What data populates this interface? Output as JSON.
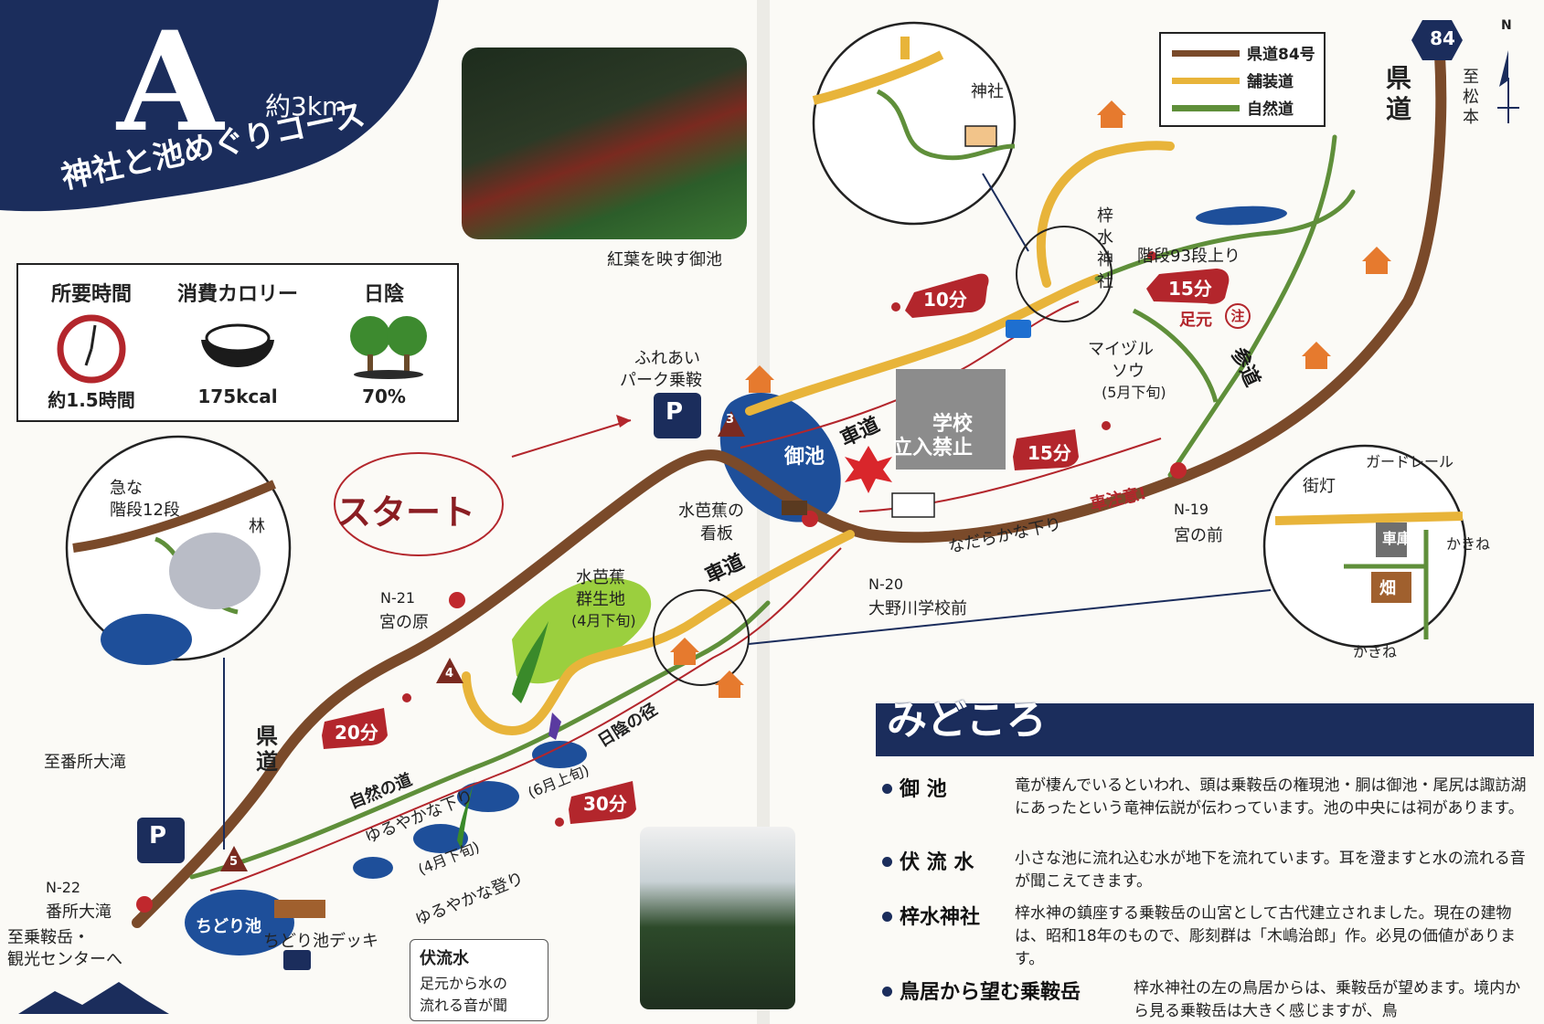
{
  "course": {
    "letter": "A",
    "distance": "約3km",
    "title": "神社と池めぐりコース"
  },
  "stats": [
    {
      "label": "所要時間",
      "value": "約1.5時間",
      "icon": "clock-icon"
    },
    {
      "label": "消費カロリー",
      "value": "175kcal",
      "icon": "rice-bowl-icon"
    },
    {
      "label": "日陰",
      "value": "70%",
      "icon": "tree-icon"
    }
  ],
  "legend": [
    {
      "label": "県道84号",
      "color": "#7a4a2a"
    },
    {
      "label": "舗装道",
      "color": "#e8b43a"
    },
    {
      "label": "自然道",
      "color": "#5f8f3a"
    }
  ],
  "route_number": "84",
  "north": "N",
  "photos": {
    "autumn_caption": "紅葉を映す御池"
  },
  "labels": {
    "start": "スタート",
    "fureai_park_1": "ふれあい",
    "fureai_park_2": "パーク乗鞍",
    "ike": "御池",
    "school_1": "学校",
    "school_2": "立入禁止",
    "kuruma_michi_1": "車道",
    "kuruma_michi_2": "車道",
    "mizubasho_board_1": "水芭蕉の",
    "mizubasho_board_2": "看板",
    "mizubasho_colony_1": "水芭蕉",
    "mizubasho_colony_2": "群生地",
    "mizubasho_colony_3": "(4月下旬)",
    "n21": "N-21",
    "miyanohara": "宮の原",
    "n20": "N-20",
    "onogawa": "大野川学校前",
    "n19": "N-19",
    "miyanomae": "宮の前",
    "nadaraka_kudari": "なだらかな下り",
    "car_caution": "車注意!",
    "time_15_lower": "15分",
    "time_10": "10分",
    "time_15_upper": "15分",
    "time_20": "20分",
    "time_30": "30分",
    "shrine_1": "梓",
    "shrine_2": "水",
    "shrine_3": "神",
    "shrine_4": "社",
    "stairs_93": "階段93段上り",
    "ashimoto": "足元",
    "chu": "注",
    "maizuru_1": "マイヅル",
    "maizuru_2": "ソウ",
    "maizuru_3": "(5月下旬)",
    "sando": "参道",
    "kendo_right_1": "県",
    "kendo_right_2": "道",
    "to_matsumoto_1": "至",
    "to_matsumoto_2": "松",
    "to_matsumoto_3": "本",
    "kendo_left_1": "県",
    "kendo_left_2": "道",
    "shizen_no_michi": "自然の道",
    "yuruyaka_kudari": "ゆるやかな下り",
    "yuruyaka_nobori": "ゆるやかな登り",
    "hikage_no_komichi": "日陰の径",
    "april_late": "(4月下旬)",
    "june_early": "(6月上旬)",
    "to_bandokoro": "至番所大滝",
    "n22": "N-22",
    "bandokoro": "番所大滝",
    "to_norikura_1": "至乗鞍岳・",
    "to_norikura_2": "観光センターへ",
    "chidori_ike": "ちどり池",
    "chidori_deck": "ちどり池デッキ",
    "fukuryu_title": "伏流水",
    "fukuryu_1": "足元から水の",
    "fukuryu_2": "流れる音が聞",
    "kyu_na_1": "急な",
    "kyu_na_2": "階段12段",
    "hayashi": "林",
    "shrine_inset": "神社",
    "guardrail": "ガードレール",
    "gaito": "街灯",
    "shako": "車庫",
    "hatake": "畑",
    "kakine_1": "かきね",
    "kakine_2": "かきね"
  },
  "highlights": {
    "title": "みどころ",
    "items": [
      {
        "name": "御 池",
        "text": "竜が棲んでいるといわれ、頭は乗鞍岳の権現池・胴は御池・尾尻は諏訪湖にあったという竜神伝説が伝わっています。池の中央には祠があります。"
      },
      {
        "name": "伏 流 水",
        "text": "小さな池に流れ込む水が地下を流れています。耳を澄ますと水の流れる音が聞こえてきます。"
      },
      {
        "name": "梓水神社",
        "text": "梓水神の鎮座する乗鞍岳の山宮として古代建立されました。現在の建物は、昭和18年のもので、彫刻群は「木嶋治郎」作。必見の価値があります。"
      },
      {
        "name": "鳥居から望む乗鞍岳",
        "text": "梓水神社の左の鳥居からは、乗鞍岳が望めます。境内から見る乗鞍岳は大きく感じますが、鳥"
      }
    ]
  }
}
